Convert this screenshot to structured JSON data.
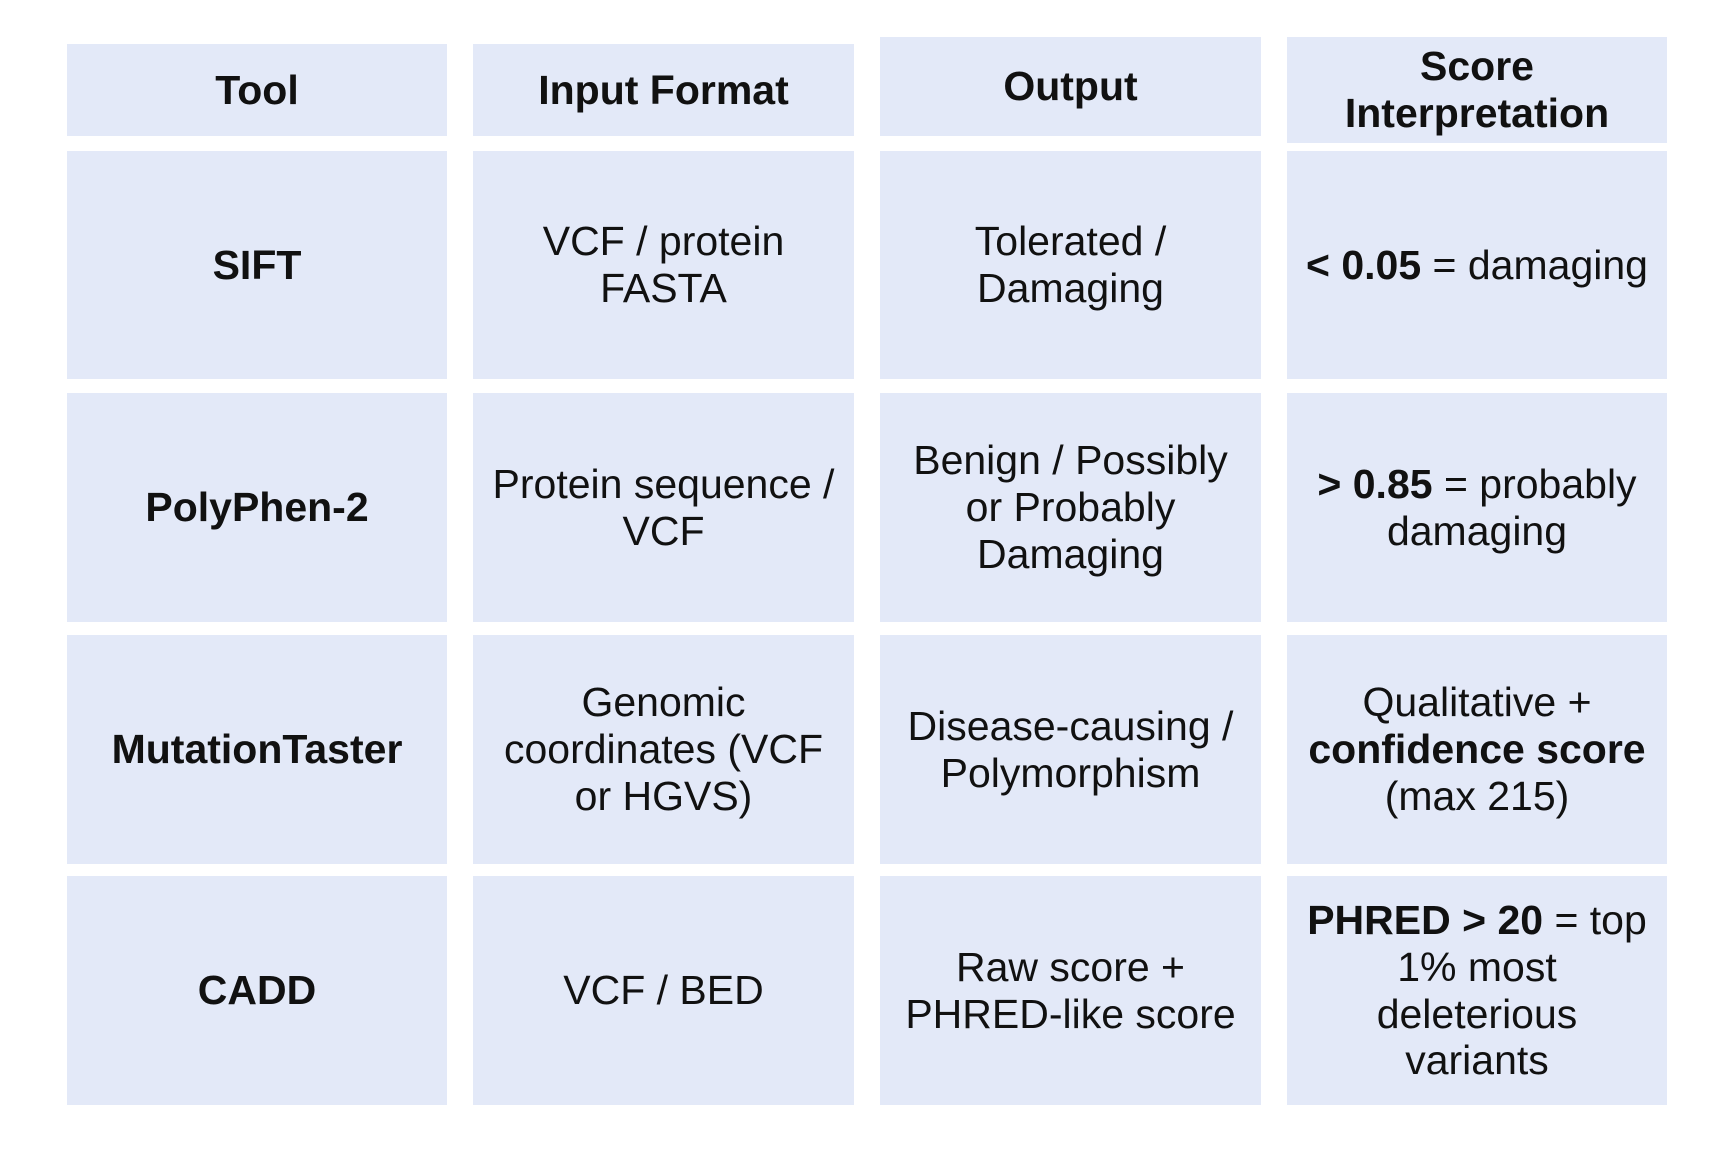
{
  "table": {
    "headers": [
      "Tool",
      "Input Format",
      "Output",
      "Score Interpretation"
    ],
    "rows": [
      {
        "tool": "SIFT",
        "input": "VCF / protein FASTA",
        "output": "Tolerated / Damaging",
        "score_bold": "< 0.05",
        "score_rest": " = damaging"
      },
      {
        "tool": "PolyPhen-2",
        "input": "Protein sequence / VCF",
        "output": "Benign / Possibly or Probably Damaging",
        "score_bold": "> 0.85",
        "score_rest": " = probably damaging"
      },
      {
        "tool": "MutationTaster",
        "input": "Genomic coordinates (VCF or HGVS)",
        "output": "Disease-causing / Polymorphism",
        "score_pre": "Qualitative + ",
        "score_bold": "confidence score",
        "score_rest": " (max 215)"
      },
      {
        "tool": "CADD",
        "input": "VCF / BED",
        "output": "Raw score + PHRED-like score",
        "score_bold": "PHRED > 20",
        "score_rest": " = top 1% most deleterious variants"
      }
    ]
  }
}
